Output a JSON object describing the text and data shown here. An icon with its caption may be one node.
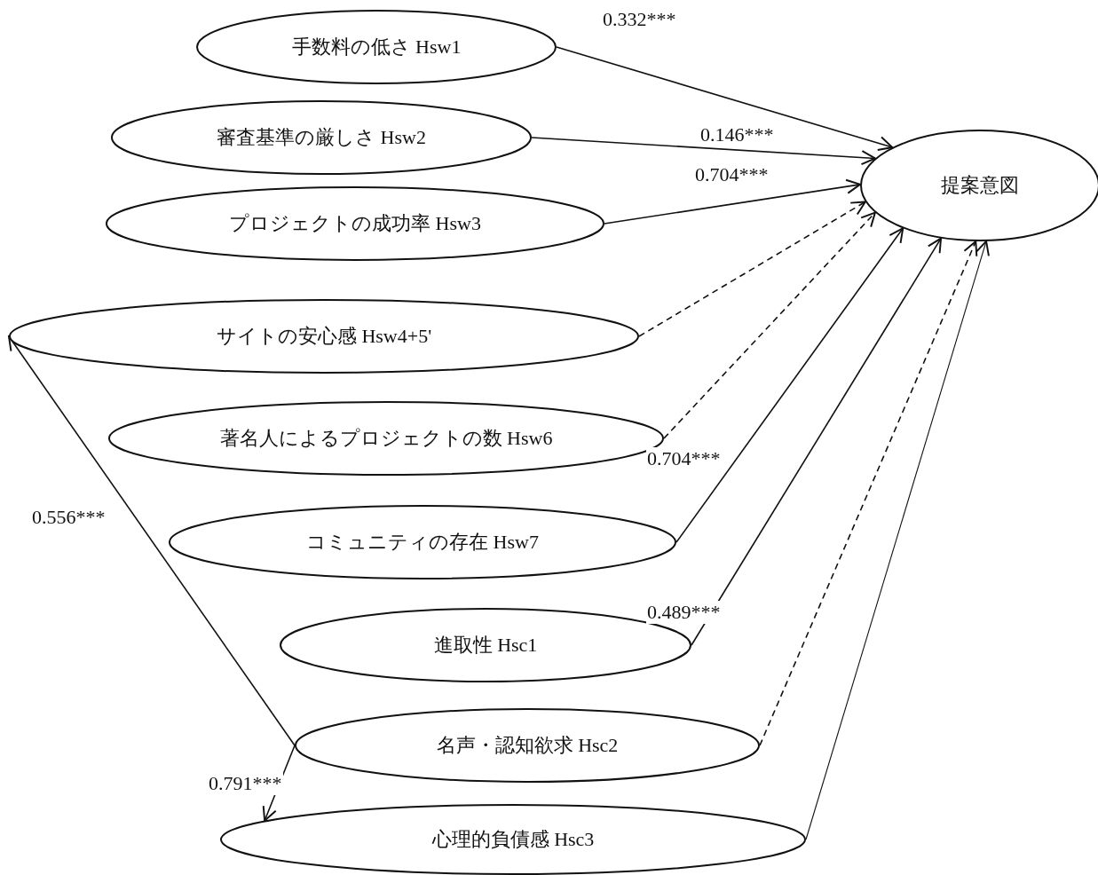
{
  "diagram": {
    "nodes": [
      {
        "text": [
          "手数料の低さ Hsw1"
        ]
      },
      {
        "text": [
          "審査基準の厳しさ Hsw2"
        ]
      },
      {
        "text": [
          "プロジェクトの成功率 Hsw3"
        ]
      },
      {
        "text": [
          "サイトの安心感 Hsw4+5'"
        ]
      },
      {
        "text": [
          "著名人によるプロジェクトの数 Hsw6"
        ]
      },
      {
        "text": [
          "コミュニティの存在 Hsw7"
        ]
      },
      {
        "text": [
          "進取性 Hsc1"
        ]
      },
      {
        "text": [
          "名声・認知欲求 Hsc2"
        ]
      },
      {
        "text": [
          "心理的負債感 Hsc3"
        ]
      },
      {
        "text": [
          "提案意図"
        ]
      }
    ],
    "edges": [
      {
        "from": 0,
        "to": 9,
        "arrow": "to",
        "label": "0.332***"
      },
      {
        "from": 1,
        "to": 9,
        "arrow": "to",
        "label": "0.146***"
      },
      {
        "from": 2,
        "to": 9,
        "arrow": "to",
        "label": "0.704***"
      },
      {
        "from": 3,
        "to": 9,
        "arrow": "to",
        "style": "dashed"
      },
      {
        "from": 4,
        "to": 9,
        "arrow": "to",
        "style": "dashed"
      },
      {
        "from": 5,
        "to": 9,
        "arrow": "to",
        "label": "0.704***"
      },
      {
        "from": 6,
        "to": 9,
        "arrow": "to",
        "label": "0.489***"
      },
      {
        "from": 7,
        "to": 9,
        "arrow": "to",
        "style": "dashed"
      },
      {
        "from": 7,
        "to": 3,
        "arrow": "to",
        "label": "0.556***"
      },
      {
        "from": 7,
        "to": 8,
        "arrow": "to",
        "label": "0.791***"
      },
      {
        "from": 8,
        "to": 9,
        "arrow": "to"
      }
    ]
  }
}
